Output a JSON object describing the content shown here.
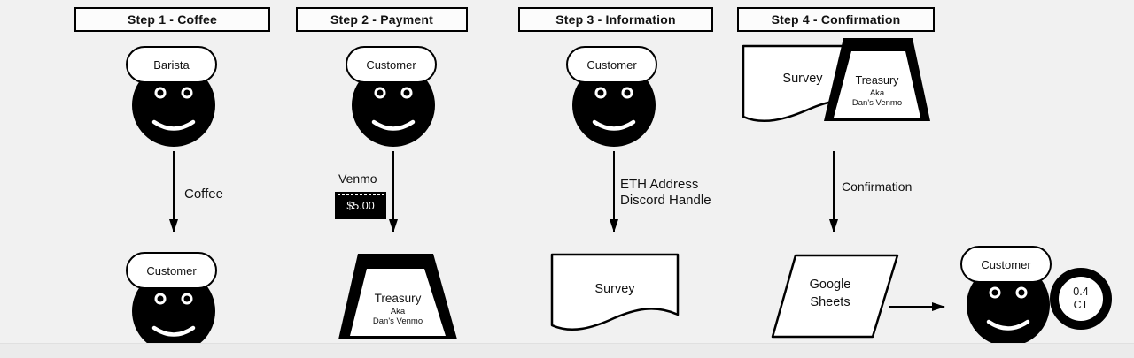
{
  "colors": {
    "background": "#f1f1f1",
    "ink": "#000000",
    "shape_fill": "#ffffff"
  },
  "step1": {
    "title": "Step 1 - Coffee",
    "actor_top": "Barista",
    "arrow_label": "Coffee",
    "actor_bottom": "Customer"
  },
  "step2": {
    "title": "Step 2 - Payment",
    "actor_top": "Customer",
    "payment_method": "Venmo",
    "payment_amount": "$5.00",
    "treasury": {
      "name": "Treasury",
      "aka": "Aka",
      "alias": "Dan's Venmo"
    }
  },
  "step3": {
    "title": "Step 3 - Information",
    "actor_top": "Customer",
    "info_line1": "ETH Address",
    "info_line2": "Discord Handle",
    "survey": "Survey"
  },
  "step4": {
    "title": "Step 4 - Confirmation",
    "survey": "Survey",
    "treasury": {
      "name": "Treasury",
      "aka": "Aka",
      "alias": "Dan's Venmo"
    },
    "arrow_label": "Confirmation",
    "sheets_line1": "Google",
    "sheets_line2": "Sheets",
    "actor": "Customer",
    "coin_line1": "0.4",
    "coin_line2": "CT"
  }
}
